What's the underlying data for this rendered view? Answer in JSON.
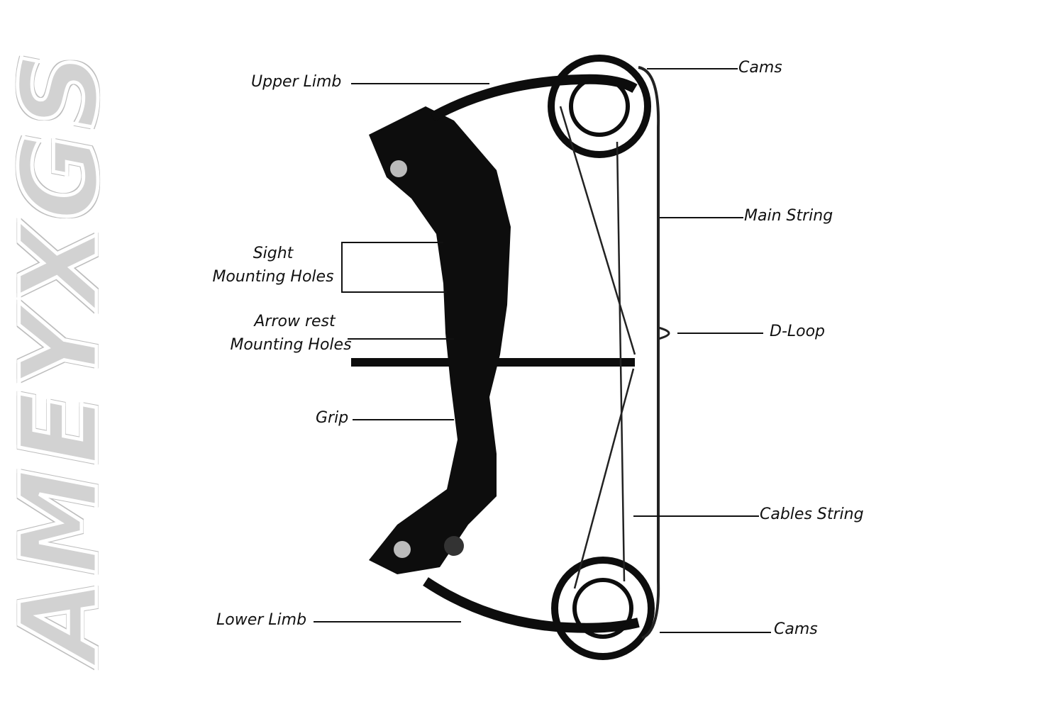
{
  "brand": "AMEYXGS",
  "labels": {
    "upper_limb": "Upper Limb",
    "sight_line1": "Sight",
    "sight_line2": "Mounting Holes",
    "arrow_line1": "Arrow rest",
    "arrow_line2": "Mounting Holes",
    "grip": "Grip",
    "lower_limb": "Lower Limb",
    "cams_top": "Cams",
    "main_string": "Main String",
    "d_loop": "D-Loop",
    "cables_string": "Cables String",
    "cams_bottom": "Cams"
  },
  "colors": {
    "bow": "#111111",
    "leader": "#111111",
    "brand": "#d2d2d2"
  }
}
